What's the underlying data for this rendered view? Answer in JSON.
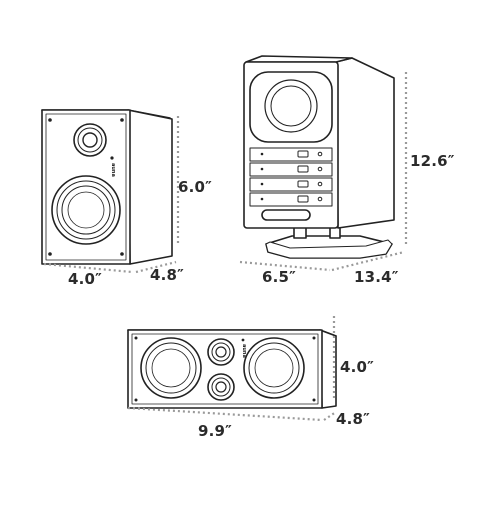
{
  "brand_text": "auna",
  "colors": {
    "outline": "#222222",
    "dimension_line": "#9a9a9a",
    "text": "#2b2b2b"
  },
  "bookshelf_speaker": {
    "height_label": "6.0″",
    "width_label": "4.0″",
    "depth_label": "4.8″"
  },
  "tower_speaker": {
    "height_label": "12.6″",
    "width_label": "6.5″",
    "depth_label": "13.4″"
  },
  "center_speaker": {
    "height_label": "4.0″",
    "width_label": "9.9″",
    "depth_label": "4.8″"
  }
}
